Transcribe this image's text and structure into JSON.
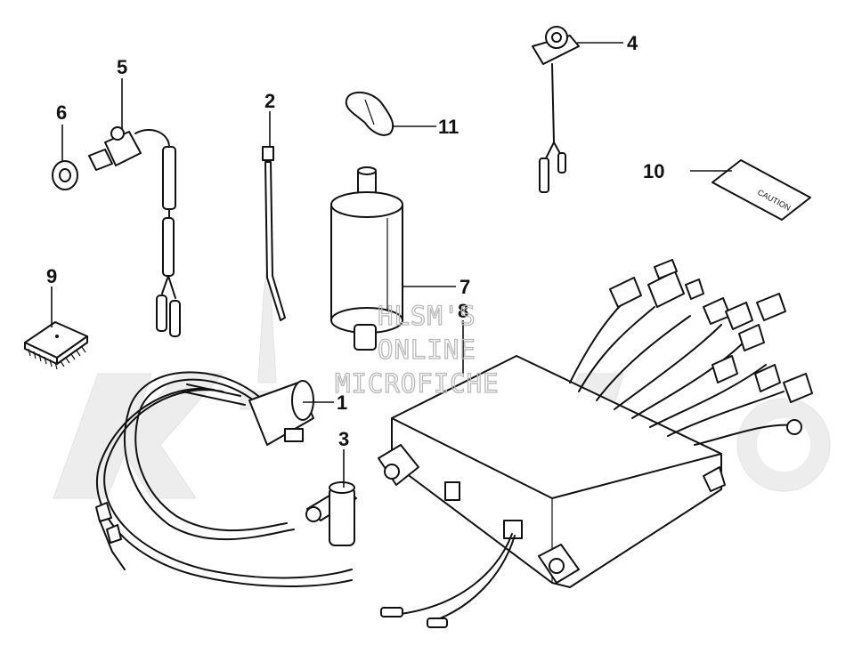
{
  "callouts": [
    {
      "id": "1",
      "label": "1"
    },
    {
      "id": "2",
      "label": "2"
    },
    {
      "id": "3",
      "label": "3"
    },
    {
      "id": "4",
      "label": "4"
    },
    {
      "id": "5",
      "label": "5"
    },
    {
      "id": "6",
      "label": "6"
    },
    {
      "id": "7",
      "label": "7"
    },
    {
      "id": "8",
      "label": "8"
    },
    {
      "id": "9",
      "label": "9"
    },
    {
      "id": "10",
      "label": "10"
    },
    {
      "id": "11",
      "label": "11"
    }
  ],
  "watermark": {
    "line1": "HLSM'S",
    "line2": "ONLINE",
    "line3": "MICROFICHE"
  },
  "decal": {
    "text": "CAUTION"
  },
  "colors": {
    "ink": "#111111",
    "watermark": "#b8b8b8",
    "background_logo": "#ededed"
  }
}
